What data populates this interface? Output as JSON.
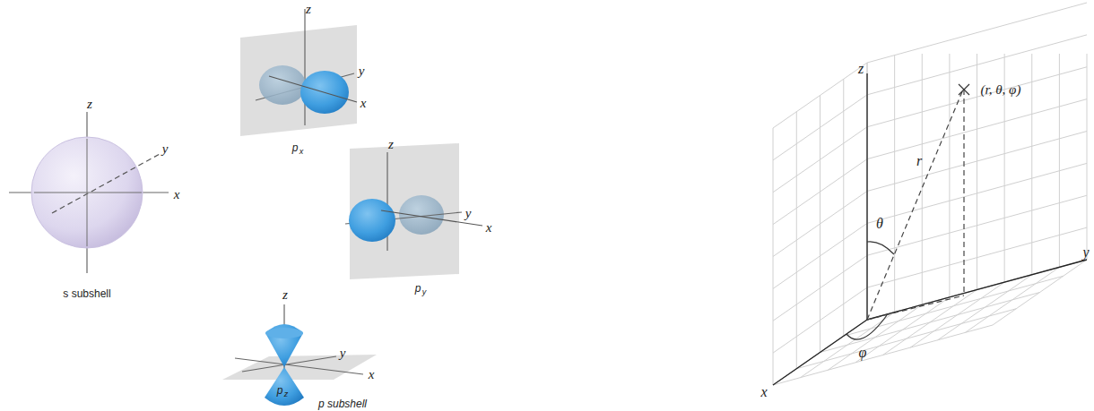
{
  "diagram": {
    "labels": [
      "z",
      "y",
      "x",
      "s subshell",
      "z",
      "y",
      "x",
      "p",
      "x",
      "z",
      "y",
      "x",
      "p",
      "y",
      "z",
      "y",
      "x",
      "p",
      "z",
      "p subshell",
      "z",
      "(r, θ, φ)",
      "r",
      "θ",
      "φ",
      "x",
      "y"
    ]
  }
}
